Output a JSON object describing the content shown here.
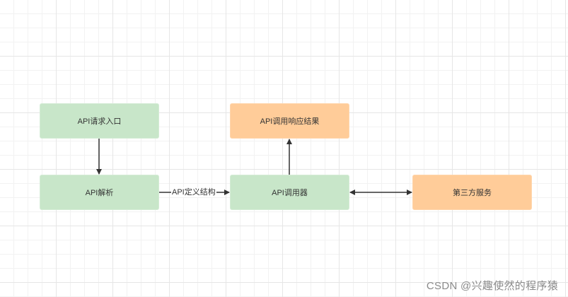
{
  "diagram": {
    "nodes": {
      "entry": "API请求入口",
      "parse": "API解析",
      "result": "API调用响应结果",
      "invoker": "API调用器",
      "third_party": "第三方服务"
    },
    "edges": [
      {
        "from": "entry",
        "to": "parse",
        "label": ""
      },
      {
        "from": "parse",
        "to": "invoker",
        "label": "API定义结构"
      },
      {
        "from": "invoker",
        "to": "result",
        "label": ""
      },
      {
        "from": "invoker",
        "to": "third_party",
        "label": "",
        "bidirectional": true
      }
    ],
    "edge_labels": {
      "parse_to_invoker": "API定义结构"
    },
    "colors": {
      "green": "#c8e6c9",
      "orange": "#ffcc99",
      "edge": "#333333"
    }
  },
  "watermark": "CSDN @兴趣使然的程序猿"
}
